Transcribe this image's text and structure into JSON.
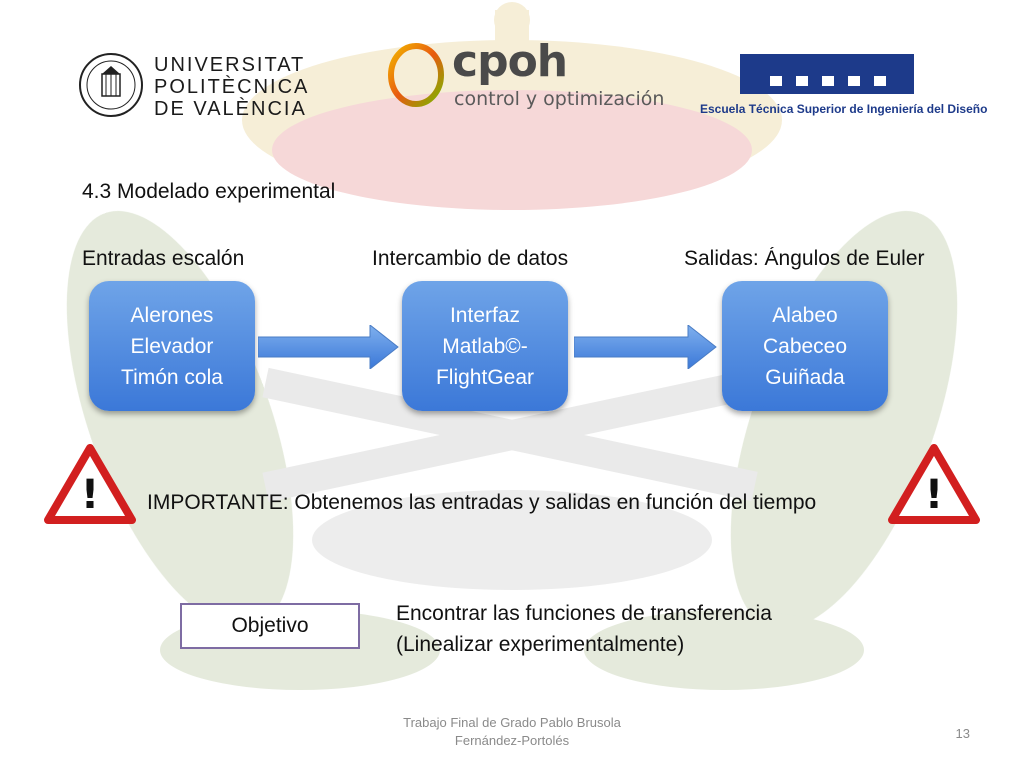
{
  "header": {
    "upv_lines": [
      "UNIVERSITAT",
      "POLITÈCNICA",
      "DE VALÈNCIA"
    ],
    "cpoh_name": "cpoh",
    "cpoh_tagline": "control y optimización",
    "etsid_name": "Escuela Técnica Superior de Ingeniería del Diseño"
  },
  "slide": {
    "title": "4.3 Modelado experimental",
    "column_labels": {
      "inputs": "Entradas escalón",
      "exchange": "Intercambio de datos",
      "outputs": "Salidas: Ángulos de Euler"
    },
    "nodes": {
      "inputs": [
        "Alerones",
        "Elevador",
        "Timón cola"
      ],
      "interface": [
        "Interfaz",
        "Matlab©-",
        "FlightGear"
      ],
      "outputs": [
        "Alabeo",
        "Cabeceo",
        "Guiñada"
      ]
    },
    "warning_symbol": "!",
    "important_note": "IMPORTANTE: Obtenemos las entradas y salidas en función del tiempo",
    "objective_label": "Objetivo",
    "objective_lines": [
      "Encontrar las funciones de transferencia",
      "(Linealizar experimentalmente)"
    ]
  },
  "footer": {
    "text": "Trabajo Final de Grado Pablo Brusola Fernández-Portolés",
    "page_number": "13"
  },
  "colors": {
    "node_top": "#6fa4e8",
    "node_bottom": "#3b78d8",
    "warning_red": "#d21f1f",
    "objective_border": "#7e6ca3",
    "etsid_blue": "#1d3a8a"
  }
}
